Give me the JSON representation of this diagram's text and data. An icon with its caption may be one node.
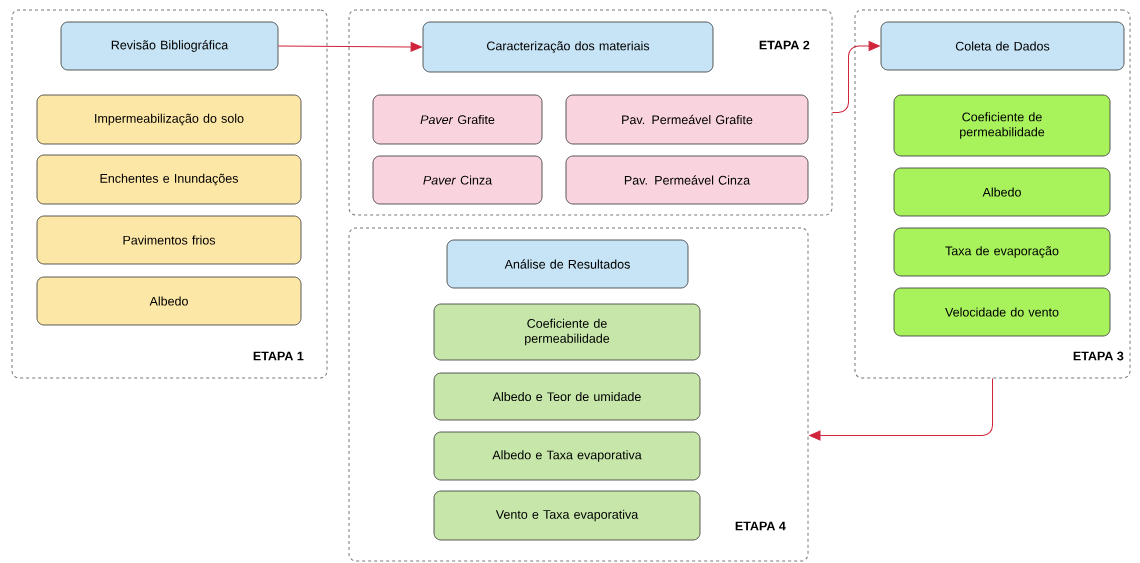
{
  "diagram": {
    "nodes": [
      {
        "text": [
          "ETAPA 1"
        ]
      },
      {
        "text": [
          "Revisão Bibliográfica"
        ],
        "in": 0
      },
      {
        "text": [
          "Impermeabilização do solo"
        ],
        "in": 0
      },
      {
        "text": [
          "Enchentes e Inundações"
        ],
        "in": 0
      },
      {
        "text": [
          "Pavimentos frios"
        ],
        "in": 0
      },
      {
        "text": [
          "Albedo"
        ],
        "in": 0
      },
      {
        "text": [
          "ETAPA 2"
        ]
      },
      {
        "text": [
          "Caracterização dos materiais"
        ],
        "in": 6
      },
      {
        "text": [
          "*Paver* Grafite"
        ],
        "in": 6
      },
      {
        "text": [
          "*Paver* Cinza"
        ],
        "in": 6
      },
      {
        "text": [
          "Pav. Permeável Grafite"
        ],
        "in": 6
      },
      {
        "text": [
          "Pav. Permeável Cinza"
        ],
        "in": 6
      },
      {
        "text": [
          "ETAPA 3"
        ]
      },
      {
        "text": [
          "Coleta de Dados"
        ],
        "in": 12
      },
      {
        "text": [
          "Coeficiente de permeabilidade"
        ],
        "in": 12
      },
      {
        "text": [
          "Albedo"
        ],
        "in": 12
      },
      {
        "text": [
          "Taxa de evaporação"
        ],
        "in": 12
      },
      {
        "text": [
          "Velocidade do vento"
        ],
        "in": 12
      },
      {
        "text": [
          "ETAPA 4"
        ]
      },
      {
        "text": [
          "Análise de Resultados"
        ],
        "in": 18
      },
      {
        "text": [
          "Coeficiente de permeabilidade"
        ],
        "in": 18
      },
      {
        "text": [
          "Albedo e Teor de umidade"
        ],
        "in": 18
      },
      {
        "text": [
          "Albedo e Taxa evaporativa"
        ],
        "in": 18
      },
      {
        "text": [
          "Vento e Taxa evaporativa"
        ],
        "in": 18
      }
    ],
    "edges": [
      {
        "from": 1,
        "to": 7,
        "arrow": "to"
      },
      {
        "from": 6,
        "to": 13,
        "arrow": "to"
      },
      {
        "from": 12,
        "to": 18,
        "arrow": "to"
      }
    ]
  }
}
